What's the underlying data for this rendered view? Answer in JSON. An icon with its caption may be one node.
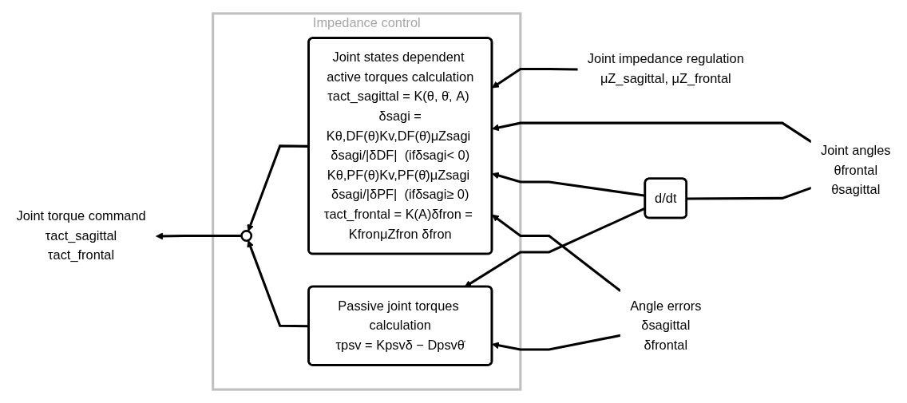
{
  "diagram": {
    "nodes": [
      {
        "text": [
          "Impedance control"
        ]
      },
      {
        "text": [
          "Joint states dependent active torques calculation",
          "τact_sagittal = K(θ, θ̇, A) δsagi =",
          "Kθ,DF(θ)Kv,DF(θ̇)μZsagi δsagi/|δDF|  (ifδsagi< 0)",
          "Kθ,PF(θ)Kv,PF(θ̇)μZsagi δsagi/|δPF|  (ifδsagi≥ 0)",
          "τact_frontal = K(A)δfron = KfronμZfron δfron"
        ],
        "in": 0
      },
      {
        "text": [
          "Passive joint torques calculation",
          "τpsv = Kpsvδ − Dpsvθ̇"
        ],
        "in": 0
      },
      {
        "text": [],
        "shape": "circle",
        "in": 0
      },
      {
        "text": [
          "d/dt"
        ]
      },
      {
        "text": [
          "Joint torque command",
          "τact_sagittal",
          "τact_frontal"
        ]
      },
      {
        "text": [
          "Joint impedance regulation",
          "μZ_sagittal, μZ_frontal"
        ]
      },
      {
        "text": [
          "Joint angles",
          "θfrontal",
          "θsagittal"
        ]
      },
      {
        "text": [
          "Angle errors",
          "δsagittal",
          "δfrontal"
        ]
      }
    ],
    "edges": [
      {
        "from": 6,
        "to": 1,
        "arrow": "to"
      },
      {
        "from": 7,
        "to": 1,
        "arrow": "to"
      },
      {
        "from": 7,
        "to": 4,
        "arrow": "none"
      },
      {
        "from": 4,
        "to": 1,
        "arrow": "to"
      },
      {
        "from": 4,
        "to": 2,
        "arrow": "to"
      },
      {
        "from": 8,
        "to": 1,
        "arrow": "to"
      },
      {
        "from": 8,
        "to": 2,
        "arrow": "to"
      },
      {
        "from": 1,
        "to": 3,
        "arrow": "to"
      },
      {
        "from": 2,
        "to": 3,
        "arrow": "to"
      },
      {
        "from": 3,
        "to": 5,
        "arrow": "to"
      }
    ]
  }
}
